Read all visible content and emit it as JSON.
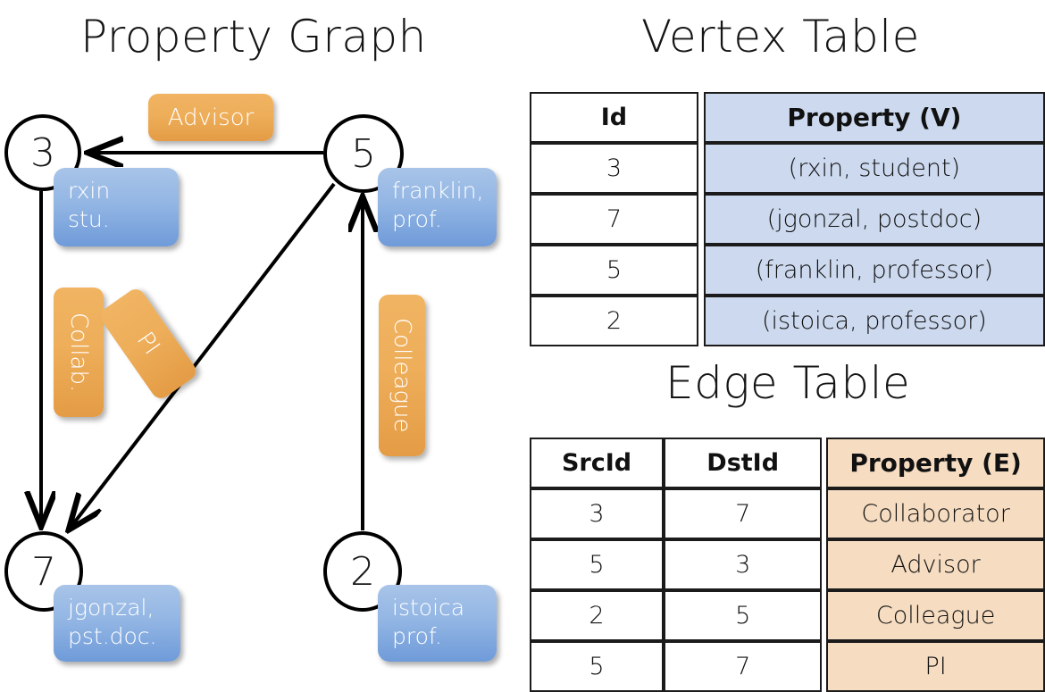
{
  "titles": {
    "property_graph": "Property Graph",
    "vertex_table": "Vertex Table",
    "edge_table": "Edge Table"
  },
  "graph": {
    "vertices": [
      {
        "id": "3",
        "property_label": "rxin\nstu."
      },
      {
        "id": "5",
        "property_label": "franklin,\nprof."
      },
      {
        "id": "7",
        "property_label": "jgonzal,\npst.doc."
      },
      {
        "id": "2",
        "property_label": "istoica\nprof."
      }
    ],
    "vertex_labels": {
      "v3": "3",
      "v5": "5",
      "v7": "7",
      "v2": "2"
    },
    "property_boxes": {
      "rxin_line1": "rxin",
      "rxin_line2": "stu.",
      "franklin_line1": "franklin,",
      "franklin_line2": "prof.",
      "jgonzal_line1": "jgonzal,",
      "jgonzal_line2": "pst.doc.",
      "istoica_line1": "istoica",
      "istoica_line2": "prof."
    },
    "edge_labels": {
      "advisor": "Advisor",
      "collab": "Collab.",
      "pi": "PI",
      "colleague": "Colleague"
    },
    "colors": {
      "vertex_stroke": "#000000",
      "vertex_fill": "#ffffff",
      "property_box": "#93b6e4",
      "edge_label_box": "#eeae5a",
      "edge_line": "#000000"
    }
  },
  "vertex_table": {
    "headers": [
      "Id",
      "Property (V)"
    ],
    "rows": [
      {
        "id": "3",
        "property": "(rxin, student)"
      },
      {
        "id": "7",
        "property": "(jgonzal, postdoc)"
      },
      {
        "id": "5",
        "property": "(franklin, professor)"
      },
      {
        "id": "2",
        "property": "(istoica, professor)"
      }
    ],
    "property_column_color": "#ccd9ee"
  },
  "edge_table": {
    "headers": [
      "SrcId",
      "DstId",
      "Property (E)"
    ],
    "rows": [
      {
        "src": "3",
        "dst": "7",
        "property": "Collaborator"
      },
      {
        "src": "5",
        "dst": "3",
        "property": "Advisor"
      },
      {
        "src": "2",
        "dst": "5",
        "property": "Colleague"
      },
      {
        "src": "5",
        "dst": "7",
        "property": "PI"
      }
    ],
    "property_column_color": "#f6ddc2"
  }
}
